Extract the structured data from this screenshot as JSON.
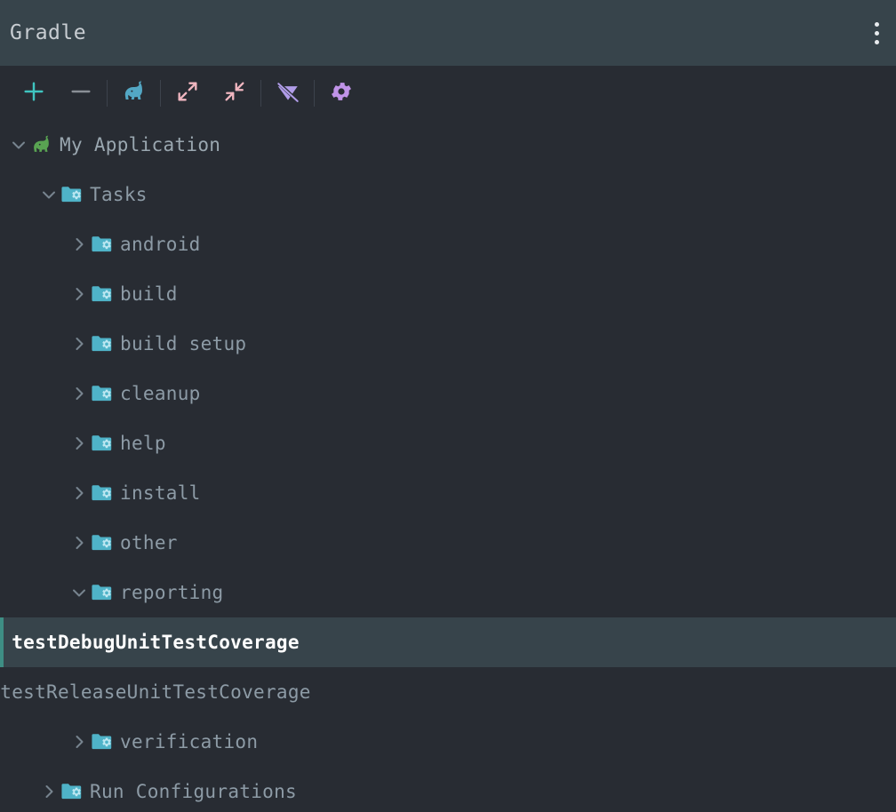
{
  "window": {
    "title": "Gradle",
    "overflow_menu_icon": "kebab-menu-icon"
  },
  "colors": {
    "header_bg": "#37444B",
    "panel_bg": "#282C33",
    "selection_bg": "#37444B",
    "selection_accent": "#3E8E84",
    "text": "#8D9BA6",
    "text_selected": "#FFFFFF",
    "folder_icon": "#4FB3C8",
    "task_icon": "#B98BAD",
    "gradle_green": "#59A352",
    "gradle_blue": "#53A7C4",
    "accent_teal": "#3FC5C0",
    "accent_pink": "#F0B6C0",
    "accent_purple": "#B09CE8"
  },
  "toolbar": {
    "buttons": [
      {
        "name": "add-button",
        "icon": "plus-icon",
        "label": "Add"
      },
      {
        "name": "remove-button",
        "icon": "minus-icon",
        "label": "Remove"
      },
      {
        "name": "execute-gradle-task-button",
        "icon": "gradle-elephant-icon",
        "label": "Execute Gradle Task"
      },
      {
        "name": "expand-all-button",
        "icon": "expand-all-icon",
        "label": "Expand All"
      },
      {
        "name": "collapse-all-button",
        "icon": "collapse-all-icon",
        "label": "Collapse All"
      },
      {
        "name": "toggle-offline-button",
        "icon": "offline-mode-icon",
        "label": "Toggle Offline Mode"
      },
      {
        "name": "settings-button",
        "icon": "gear-icon",
        "label": "Gradle Settings"
      }
    ]
  },
  "tree": {
    "nodes": [
      {
        "label": "My Application",
        "icon": "gradle-elephant-icon",
        "twisty": "expanded",
        "indent": 0,
        "selected": false
      },
      {
        "label": "Tasks",
        "icon": "folder-gear-icon",
        "twisty": "expanded",
        "indent": 1,
        "selected": false
      },
      {
        "label": "android",
        "icon": "folder-gear-icon",
        "twisty": "collapsed",
        "indent": 2,
        "selected": false
      },
      {
        "label": "build",
        "icon": "folder-gear-icon",
        "twisty": "collapsed",
        "indent": 2,
        "selected": false
      },
      {
        "label": "build setup",
        "icon": "folder-gear-icon",
        "twisty": "collapsed",
        "indent": 2,
        "selected": false
      },
      {
        "label": "cleanup",
        "icon": "folder-gear-icon",
        "twisty": "collapsed",
        "indent": 2,
        "selected": false
      },
      {
        "label": "help",
        "icon": "folder-gear-icon",
        "twisty": "collapsed",
        "indent": 2,
        "selected": false
      },
      {
        "label": "install",
        "icon": "folder-gear-icon",
        "twisty": "collapsed",
        "indent": 2,
        "selected": false
      },
      {
        "label": "other",
        "icon": "folder-gear-icon",
        "twisty": "collapsed",
        "indent": 2,
        "selected": false
      },
      {
        "label": "reporting",
        "icon": "folder-gear-icon",
        "twisty": "expanded",
        "indent": 2,
        "selected": false
      },
      {
        "label": "testDebugUnitTestCoverage",
        "icon": "gradle-task-icon",
        "twisty": "none",
        "indent": 3,
        "selected": true
      },
      {
        "label": "testReleaseUnitTestCoverage",
        "icon": "gradle-task-icon",
        "twisty": "none",
        "indent": 3,
        "selected": false
      },
      {
        "label": "verification",
        "icon": "folder-gear-icon",
        "twisty": "collapsed",
        "indent": 2,
        "selected": false
      },
      {
        "label": "Run Configurations",
        "icon": "folder-gear-icon",
        "twisty": "collapsed",
        "indent": 1,
        "selected": false
      }
    ]
  }
}
